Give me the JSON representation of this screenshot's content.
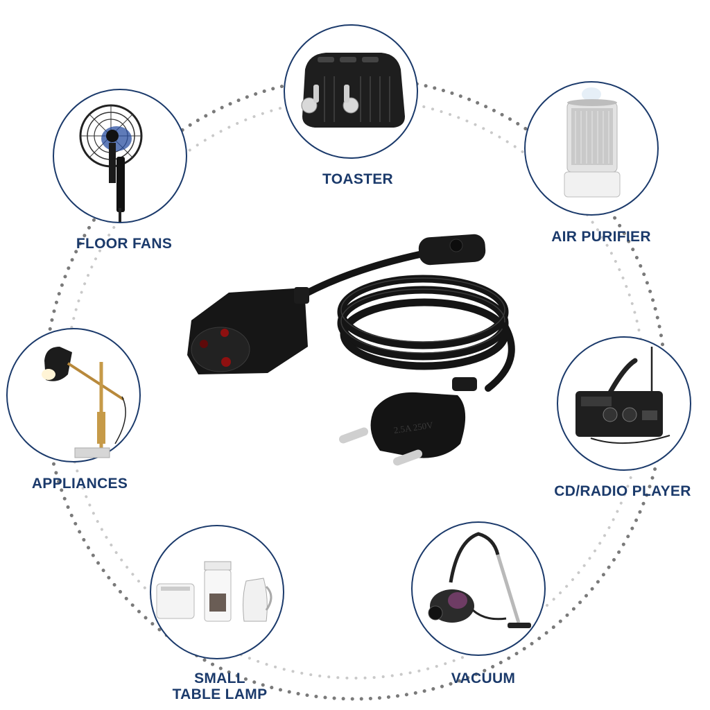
{
  "appliances": [
    {
      "id": "toaster",
      "label": "TOASTER"
    },
    {
      "id": "air-purifier",
      "label": "AIR PURIFIER"
    },
    {
      "id": "floor-fans",
      "label": "FLOOR FANS"
    },
    {
      "id": "appliances",
      "label": "APPLIANCES"
    },
    {
      "id": "cd-radio-player",
      "label": "CD/RADIO PLAYER"
    },
    {
      "id": "small-table-lamp",
      "label_line1": "SMALL",
      "label_line2": "TABLE LAMP"
    },
    {
      "id": "vacuum",
      "label": "VACUUM"
    }
  ],
  "plug_marking": "2.5A 250V",
  "colors": {
    "label": "#1b3a6b",
    "circle_border": "#1b3a6b",
    "dots_dark": "#7a7a7a",
    "dots_light": "#c9c9c9",
    "cable": "#151515"
  }
}
